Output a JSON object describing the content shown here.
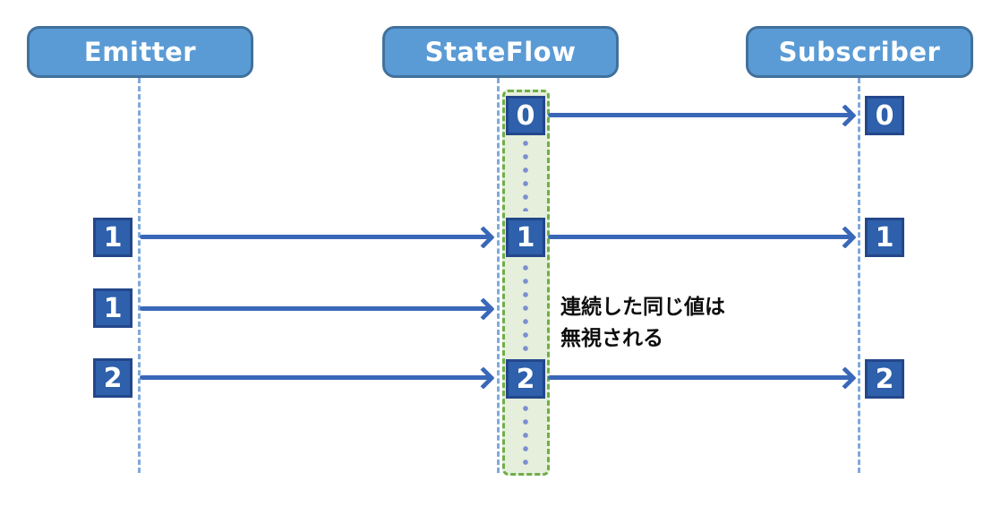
{
  "headers": {
    "emitter": "Emitter",
    "stateflow": "StateFlow",
    "subscriber": "Subscriber"
  },
  "emitter": {
    "values": [
      "1",
      "1",
      "2"
    ]
  },
  "stateflow": {
    "values": [
      "0",
      "1",
      "2"
    ]
  },
  "subscriber": {
    "values": [
      "0",
      "1",
      "2"
    ]
  },
  "annotation": {
    "line1": "連続した同じ値は",
    "line2": "無視される"
  },
  "colors": {
    "header_fill": "#5B9BD5",
    "header_border": "#41719C",
    "value_box_fill": "#2E60AB",
    "value_box_border": "#24478B",
    "arrow": "#3A68B8",
    "lifeline_dash": "#7FA9DC",
    "idle_dots": "#7C8FD0",
    "group_fill": "#E5EFDC",
    "group_border": "#70AD47",
    "annotation_text": "#0D0D0D"
  }
}
